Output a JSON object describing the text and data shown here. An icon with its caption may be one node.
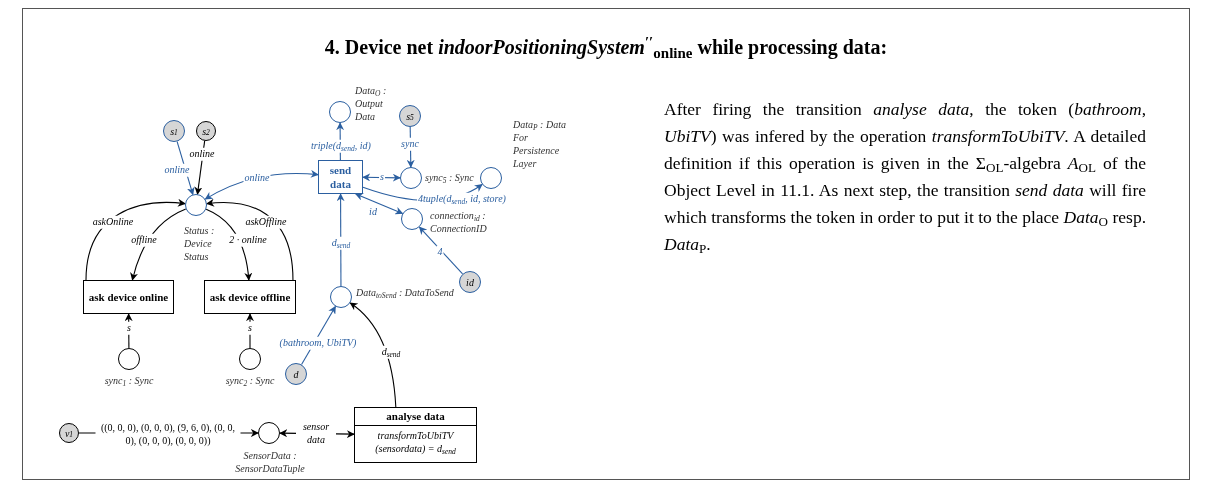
{
  "diagram": {
    "title": "4. Device net *indoorPositioningSystem*$^{′′}$$_{online}$ while processing data:",
    "nodes": [
      {
        "text": [
          "s$_{1}$"
        ]
      },
      {
        "text": [
          "s$_{2}$"
        ]
      },
      {
        "text": [],
        "shape": "circle",
        "beside": [
          "Status : Device Status"
        ]
      },
      {
        "text": [
          "ask device online"
        ]
      },
      {
        "text": [
          "ask device offline"
        ]
      },
      {
        "text": [],
        "shape": "circle",
        "beside": [
          "sync$_{1}$ : Sync"
        ]
      },
      {
        "text": [],
        "shape": "circle",
        "beside": [
          "sync$_{2}$ : Sync"
        ]
      },
      {
        "text": [
          "send data"
        ]
      },
      {
        "text": [],
        "shape": "circle",
        "beside": [
          "Data$_{O}$ : Output Data"
        ]
      },
      {
        "text": [
          "s$_{5}$"
        ]
      },
      {
        "text": [],
        "shape": "circle",
        "beside": [
          "sync$_{5}$ : Sync"
        ]
      },
      {
        "text": [],
        "shape": "circle",
        "beside": [
          "Data$_{P}$ : Data For Persistence Layer"
        ]
      },
      {
        "text": [],
        "shape": "circle",
        "beside": [
          "connection$_{id}$ : ConnectionID"
        ]
      },
      {
        "text": [
          "id"
        ]
      },
      {
        "text": [],
        "shape": "circle",
        "beside": [
          "Data$_{toSend}$ : DataToSend"
        ]
      },
      {
        "text": [
          "d"
        ]
      },
      {
        "text": [
          "analyse data",
          "transformToUbiTV (sensordata) = d$_{send}$"
        ]
      },
      {
        "text": [
          "v$_{1}$"
        ]
      },
      {
        "text": [],
        "shape": "circle",
        "beside": [
          "SensorData : SensorDataTuple"
        ]
      }
    ],
    "edges": [
      {
        "from": 0,
        "to": 2,
        "arrow": "to",
        "label": "online",
        "color": "#2b5fa0"
      },
      {
        "from": 1,
        "to": 2,
        "arrow": "to",
        "label": "online",
        "color": "#000000"
      },
      {
        "from": 7,
        "to": 2,
        "arrow": "both",
        "label": "online",
        "color": "#2b5fa0"
      },
      {
        "from": 3,
        "to": 2,
        "arrow": "to",
        "label": "askOnline",
        "color": "#000000"
      },
      {
        "from": 2,
        "to": 3,
        "arrow": "to",
        "label": "offline",
        "color": "#000000"
      },
      {
        "from": 2,
        "to": 4,
        "arrow": "to",
        "label": "2 · online",
        "color": "#000000"
      },
      {
        "from": 4,
        "to": 2,
        "arrow": "to",
        "label": "askOffline",
        "color": "#000000"
      },
      {
        "from": 5,
        "to": 3,
        "arrow": "to",
        "label": "s",
        "color": "#000000"
      },
      {
        "from": 6,
        "to": 4,
        "arrow": "to",
        "label": "s",
        "color": "#000000"
      },
      {
        "from": 7,
        "to": 8,
        "arrow": "to",
        "label": "triple(d$_{send}$, id)",
        "color": "#2b5fa0"
      },
      {
        "from": 9,
        "to": 10,
        "arrow": "to",
        "label": "sync",
        "color": "#2b5fa0"
      },
      {
        "from": 10,
        "to": 7,
        "arrow": "both",
        "label": "s",
        "color": "#2b5fa0"
      },
      {
        "from": 7,
        "to": 11,
        "arrow": "to",
        "label": "4tuple(d$_{send}$, id, store)",
        "color": "#2b5fa0"
      },
      {
        "from": 12,
        "to": 7,
        "arrow": "both",
        "label": "id",
        "color": "#2b5fa0"
      },
      {
        "from": 13,
        "to": 12,
        "arrow": "to",
        "label": "4",
        "color": "#2b5fa0"
      },
      {
        "from": 14,
        "to": 7,
        "arrow": "to",
        "label": "d$_{send}$",
        "color": "#2b5fa0"
      },
      {
        "from": 15,
        "to": 14,
        "arrow": "to",
        "label": "(bathroom, UbiTV)",
        "color": "#2b5fa0"
      },
      {
        "from": 16,
        "to": 14,
        "arrow": "to",
        "label": "d$_{send}$",
        "color": "#000000"
      },
      {
        "from": 17,
        "to": 18,
        "arrow": "to",
        "label": "((0, 0, 0), (0, 0, 0), (9, 6, 0), (0, 0, 0), (0, 0, 0), (0, 0, 0))",
        "color": "#000000"
      },
      {
        "from": 16,
        "to": 18,
        "arrow": "both",
        "label": "sensor data",
        "color": "#000000"
      }
    ],
    "labels": [
      "After firing the transition *analyse data*, the token (*bathroom*, *UbiTV*) was infered by the operation *transformToUbiTV*. A detailed definition if this operation is given in the Σ$_{OL}$-algebra *A*$_{OL}$ of the Object Level in 11.1. As next step, the transition *send data* will fire which transforms the token in order to put it to the place *Data*$_{O}$ resp. *Data*$_{P}$."
    ]
  }
}
